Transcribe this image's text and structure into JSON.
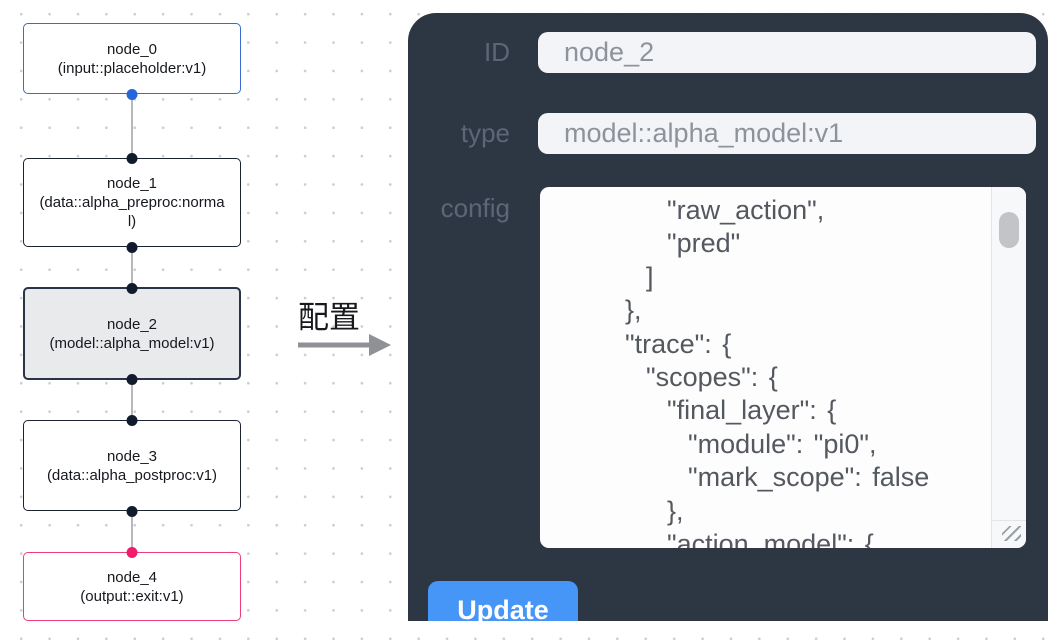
{
  "flow": {
    "nodes": [
      {
        "title": "node_0",
        "subtitle": "(input::placeholder:v1)",
        "kind": "input"
      },
      {
        "title": "node_1",
        "subtitle": "(data::alpha_preproc:normal)",
        "kind": "default"
      },
      {
        "title": "node_2",
        "subtitle": "(model::alpha_model:v1)",
        "kind": "selected"
      },
      {
        "title": "node_3",
        "subtitle": "(data::alpha_postproc:v1)",
        "kind": "default"
      },
      {
        "title": "node_4",
        "subtitle": "(output::exit:v1)",
        "kind": "output"
      }
    ]
  },
  "arrow": {
    "label": "配置"
  },
  "panel": {
    "id_label": "ID",
    "id_value": "node_2",
    "type_label": "type",
    "type_value": "model::alpha_model:v1",
    "config_label": "config",
    "config_text": "      \"raw_action\",\n      \"pred\"\n    ]\n  },\n  \"trace\": {\n    \"scopes\": {\n      \"final_layer\": {\n        \"module\": \"pi0\",\n        \"mark_scope\": false\n      },\n      \"action_model\": {",
    "update_label": "Update"
  },
  "colors": {
    "panel_bg": "#2d3744",
    "button_blue": "#4596f7",
    "input_node_border": "#3a6bd3",
    "output_node_border": "#ee3d7d",
    "selected_node_bg": "#e9eaec",
    "handle_dark": "#121b2e",
    "handle_blue": "#2566d8",
    "handle_pink": "#f31a6e",
    "edge_gray": "#b6b8bc"
  }
}
